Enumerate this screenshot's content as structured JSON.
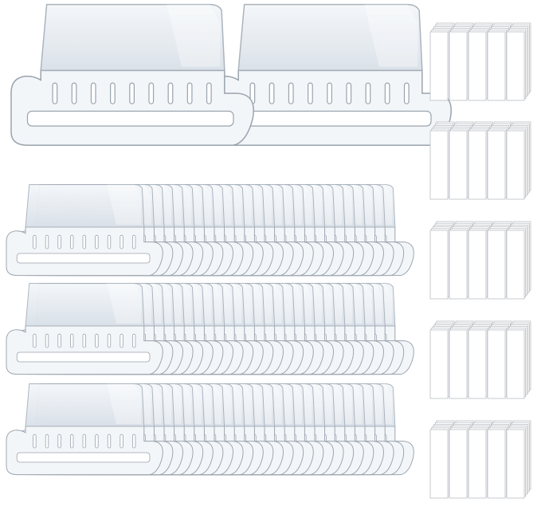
{
  "product_image": {
    "subject": "clear-hanging-file-folder-tabs",
    "colors": {
      "background": "#ffffff",
      "tab_outline": "#9aa3ad",
      "tab_fill": "#eef2f6",
      "tab_window": "#dde4ec",
      "insert_fill": "#ffffff",
      "insert_outline": "#b9bec4"
    },
    "tab_rows": [
      {
        "count": 2
      },
      {
        "count": 26
      },
      {
        "count": 26
      },
      {
        "count": 26
      }
    ],
    "insert_stacks": [
      {
        "columns": 5
      },
      {
        "columns": 5
      },
      {
        "columns": 5
      },
      {
        "columns": 5
      },
      {
        "columns": 5
      }
    ]
  }
}
